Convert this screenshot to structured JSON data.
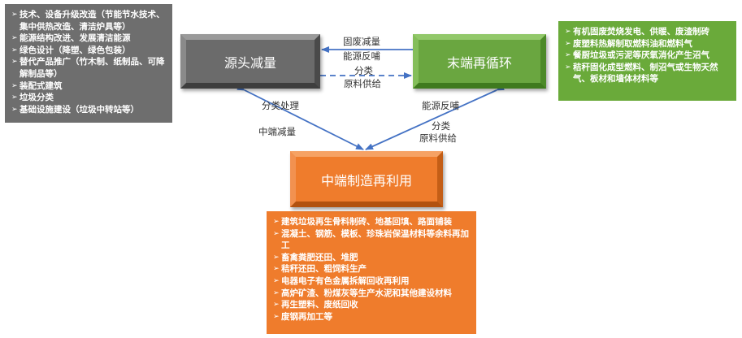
{
  "nodes": {
    "source": "源头减量",
    "end": "末端再循环",
    "mid": "中端制造再利用"
  },
  "edge_labels": {
    "top_1": "固废减量",
    "top_2": "能源反哺",
    "top_3": "分类",
    "top_4": "原料供给",
    "left_1": "分类处理",
    "left_2": "中端减量",
    "right_1": "能源反哺",
    "right_2": "分类",
    "right_3": "原料供给"
  },
  "notes": {
    "left": [
      "技术、设备升级改造（节能节水技术、集中供热改造、清洁炉具等）",
      "能源结构改进、发展清洁能源",
      "绿色设计（降塑、绿色包装）",
      "替代产品推广（竹木制、纸制品、可降解制品等）",
      "装配式建筑",
      "垃圾分类",
      "基础设施建设（垃圾中转站等）"
    ],
    "right": [
      "有机固废焚烧发电、供暖、废渣制砖",
      "废塑料热解制取燃料油和燃料气",
      "餐厨垃圾或污泥等厌氧消化产生沼气",
      "秸秆固化成型燃料、制沼气或生物天然气、板材和墙体材料等"
    ],
    "bottom": [
      "建筑垃圾再生骨料制砖、地基回填、路面铺装",
      "混凝土、钢筋、模板、珍珠岩保温材料等余料再加工",
      "畜禽粪肥还田、堆肥",
      "秸秆还田、粗饲料生产",
      "电器电子有色金属拆解回收再利用",
      "高炉矿渣、粉煤灰等生产水泥和其他建设材料",
      "再生塑料、废纸回收",
      "废钢再加工等"
    ]
  },
  "colors": {
    "gray": "#6b6b6b",
    "green": "#6aa640",
    "orange": "#ef7c2c",
    "arrow": "#4472c4"
  }
}
